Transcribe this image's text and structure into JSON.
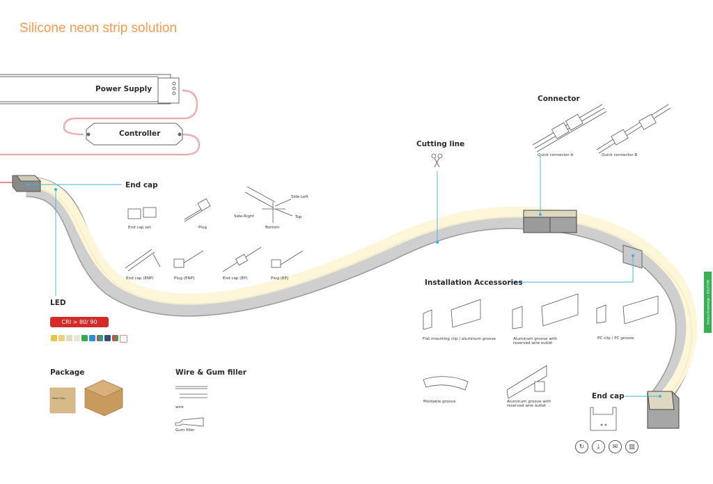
{
  "title": "Silicone neon strip solution",
  "power_supply": {
    "label": "Power Supply"
  },
  "controller": {
    "label": "Controller"
  },
  "end_cap_top": {
    "heading": "End cap",
    "items": [
      "End cap set",
      "Plug",
      "End cap (ENP)",
      "Plug (ENP)",
      "End cap (EP)",
      "Plug (EP)"
    ],
    "directions": [
      "Side-Left",
      "Side-Right",
      "Top",
      "Bottom"
    ]
  },
  "led": {
    "heading": "LED",
    "cri_badge": "CRI > 80/ 90",
    "color_chips": [
      "#e8c640",
      "#eecf7a",
      "#e3dcc0",
      "#e9e6dc",
      "#3aa84f",
      "#2a8ed8",
      "#d6304a",
      "#3a4a7a",
      "#e04040",
      "#ffffff"
    ]
  },
  "package": {
    "heading": "Package",
    "box_label": "Neon Strip"
  },
  "wire": {
    "heading": "Wire & Gum filler",
    "wire_label": "wire",
    "gum_label": "Gum filler"
  },
  "cutting": {
    "heading": "Cutting line",
    "icon": "scissors-icon"
  },
  "connector": {
    "heading": "Connector",
    "items": [
      "Quick connector A",
      "Quick connector B"
    ]
  },
  "installation": {
    "heading": "Installation Accessories",
    "items": [
      "Flat mounting clip / aluminum groove",
      "Aluminum groove with reserved wire outlet",
      "PC clip / PC groove",
      "Moldable groove",
      "Aluminum groove with reserved wire outlet"
    ]
  },
  "end_cap_bottom": {
    "heading": "End cap",
    "icons": [
      "rotate-icon",
      "mount-icon",
      "envelope-icon",
      "strip-icon"
    ]
  },
  "side_tab": "Product Knowledge » SOLUTION",
  "colors": {
    "accent_orange": "#f39a4c",
    "leader_blue": "#3db2e6",
    "cri_red": "#d42a2a",
    "tab_green": "#39b054",
    "strip_glow": "#fdf6d8",
    "strip_body": "#c9c9c9"
  }
}
